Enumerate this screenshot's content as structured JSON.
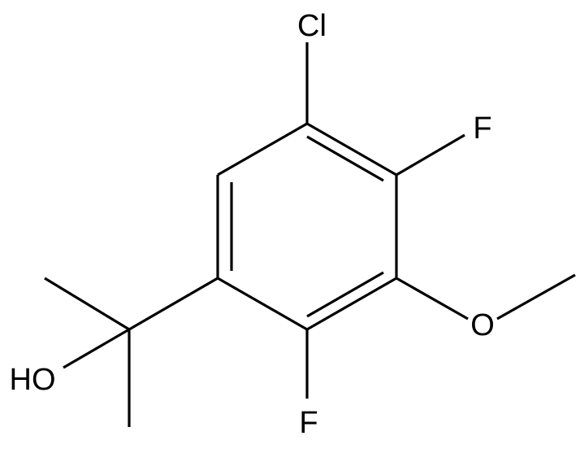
{
  "labels": {
    "cl": "Cl",
    "f_top": "F",
    "f_bottom": "F",
    "o_methoxy": "O",
    "hydroxyl": "HO"
  },
  "colors": {
    "bond": "#000000",
    "text": "#000000",
    "background": "#ffffff"
  }
}
